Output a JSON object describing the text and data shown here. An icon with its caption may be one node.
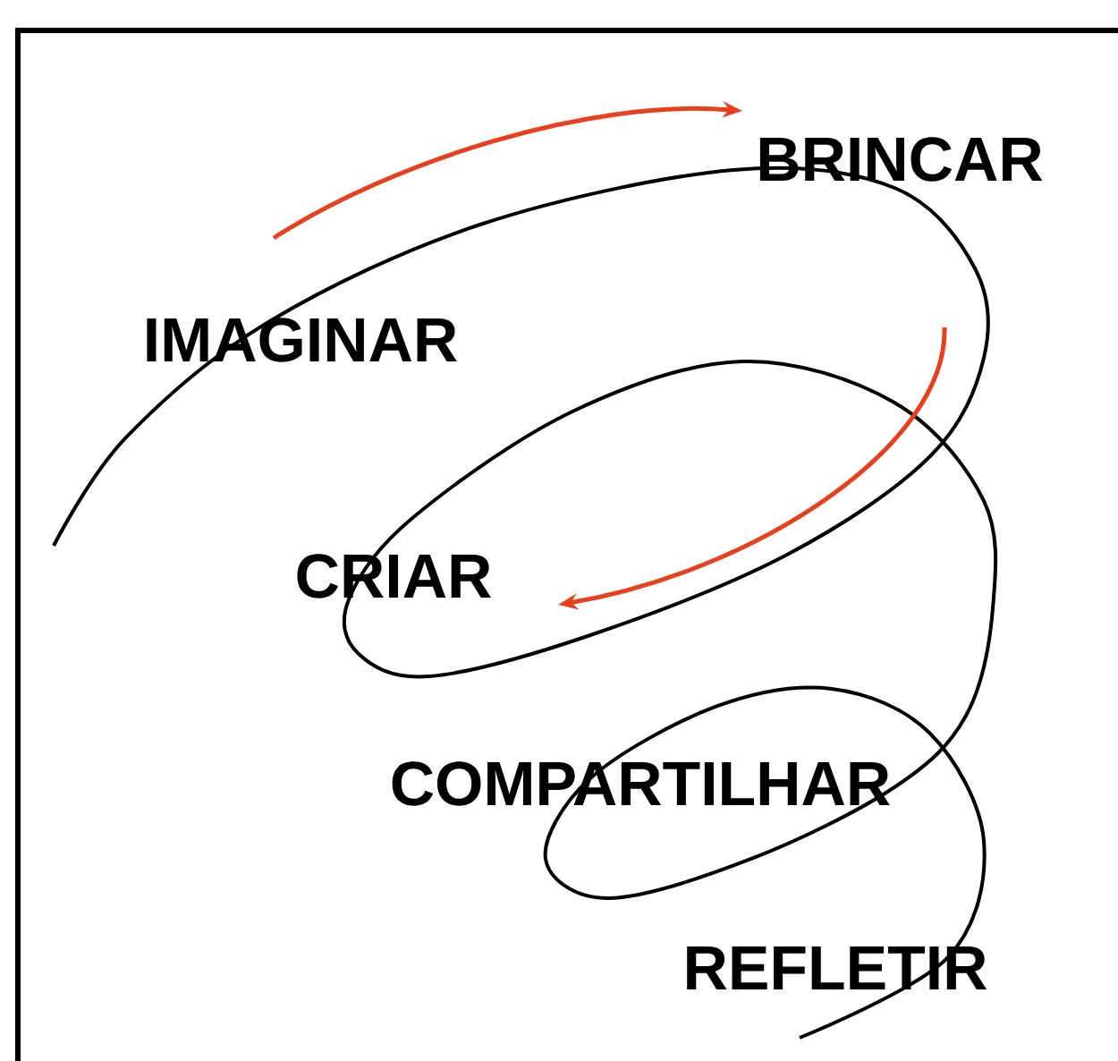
{
  "diagram": {
    "nodes": [
      {
        "text": [
          "IMAGINAR"
        ]
      },
      {
        "text": [
          "BRINCAR"
        ]
      },
      {
        "text": [
          "CRIAR"
        ]
      },
      {
        "text": [
          "COMPARTILHAR"
        ]
      },
      {
        "text": [
          "REFLETIR"
        ]
      }
    ]
  }
}
